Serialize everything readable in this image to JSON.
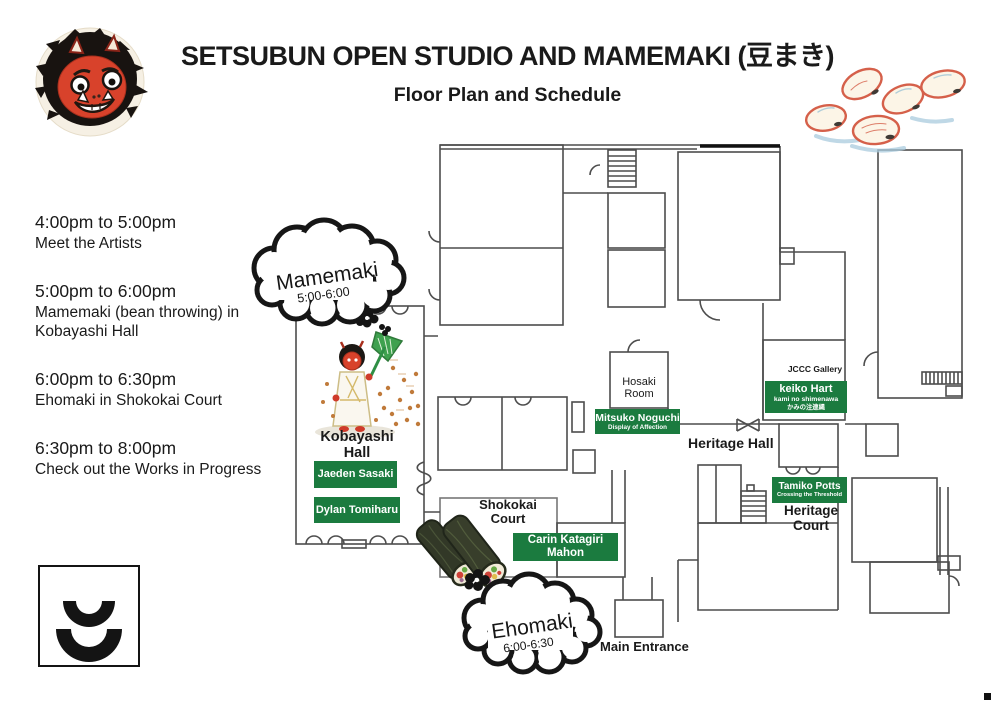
{
  "header": {
    "title": "SETSUBUN OPEN STUDIO AND MAMEMAKI (豆まき)",
    "subtitle": "Floor Plan and Schedule"
  },
  "schedule": {
    "items": [
      {
        "time": "4:00pm to 5:00pm",
        "desc": "Meet the Artists"
      },
      {
        "time": "5:00pm to 6:00pm",
        "desc": "Mamemaki (bean throwing) in Kobayashi Hall"
      },
      {
        "time": "6:00pm to 6:30pm",
        "desc": "Ehomaki in Shokokai Court"
      },
      {
        "time": "6:30pm to 8:00pm",
        "desc": "Check out the Works in Progress"
      }
    ]
  },
  "events": {
    "mamemaki": {
      "name": "Mamemaki",
      "time": "5:00-6:00"
    },
    "ehomaki": {
      "name": "Ehomaki",
      "time": "6:00-6:30"
    }
  },
  "rooms": {
    "kobayashi_hall": {
      "line1": "Kobayashi",
      "line2": "Hall"
    },
    "hosaki_room": {
      "line1": "Hosaki",
      "line2": "Room"
    },
    "shokokai_court": {
      "line1": "Shokokai",
      "line2": "Court"
    },
    "heritage_hall": {
      "label": "Heritage Hall"
    },
    "heritage_court": {
      "label": "Heritage Court"
    },
    "jccc_gallery": {
      "label": "JCCC Gallery"
    },
    "main_entrance": {
      "label": "Main Entrance"
    }
  },
  "artists": {
    "jaeden_sasaki": {
      "name": "Jaeden Sasaki"
    },
    "dylan_tomiharu": {
      "name": "Dylan Tomiharu"
    },
    "mitsuko_noguchi": {
      "name": "Mitsuko Noguchi",
      "work": "Display of Affection"
    },
    "keiko_hart": {
      "name": "keiko Hart",
      "work": "kami no shimenawa",
      "work_jp": "かみの注連縄"
    },
    "tamiko_potts": {
      "name": "Tamiko Potts",
      "work": "Crossing the Threshold"
    },
    "carin_katagiri_mahon": {
      "name": "Carin Katagiri Mahon"
    }
  },
  "icons": {
    "oni_face": "oni-demon-face-illustration",
    "beans": "setsubun-beans-illustration",
    "oni_figure": "mamemaki-oni-figure-illustration",
    "ehomaki_rolls": "ehomaki-sushi-rolls-illustration",
    "jccc_logo": "jccc-double-arc-logo"
  },
  "colors": {
    "label_green": "#1b7b3f",
    "wall_gray": "#4d4d4d",
    "text_black": "#1a1a1a"
  }
}
